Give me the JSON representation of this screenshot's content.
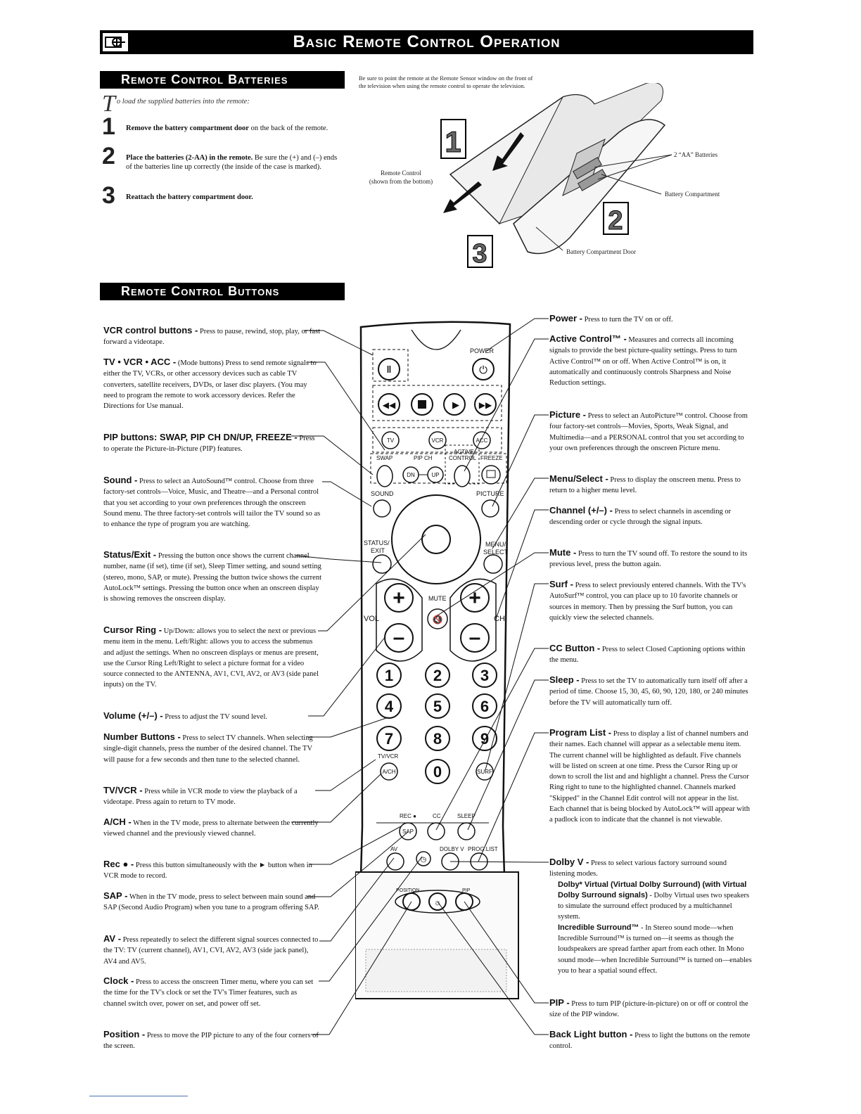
{
  "page": {
    "title": "Basic Remote Control Operation"
  },
  "batteries": {
    "heading": "Remote Control Batteries",
    "intro_dropcap": "T",
    "intro": "o load the supplied batteries into the remote:",
    "steps": [
      {
        "num": "1",
        "bold": "Remove the battery compartment door",
        "rest": " on the back of the remote."
      },
      {
        "num": "2",
        "bold": "Place the batteries (2-AA) in the remote.",
        "rest": " Be sure the (+) and (–) ends of the batteries line up correctly (the inside of the case is marked)."
      },
      {
        "num": "3",
        "bold": "Reattach the battery compartment door.",
        "rest": ""
      }
    ],
    "note": "Be sure to point the remote at the Remote Sensor window on the front of the television when using the remote control to operate the television.",
    "diagram": {
      "remote_label_1": "Remote Control",
      "remote_label_2": "(shown from the bottom)",
      "batteries_label": "2 “AA” Batteries",
      "compartment_label": "Battery Compartment",
      "door_label": "Battery Compartment Door",
      "callouts": [
        "1",
        "2",
        "3"
      ]
    }
  },
  "buttons_section": {
    "heading": "Remote Control Buttons"
  },
  "remote_labels": {
    "power": "POWER",
    "tv": "TV",
    "vcr": "VCR",
    "acc": "ACC",
    "swap": "SWAP",
    "pipch": "PIP CH",
    "active": "ACTIVE",
    "control": "CONTROL",
    "freeze": "FREEZE",
    "dn": "DN",
    "up": "UP",
    "sound": "SOUND",
    "picture": "PICTURE",
    "status": "STATUS/",
    "exit": "EXIT",
    "menu": "MENU/",
    "select": "SELECT",
    "mute": "MUTE",
    "vol": "VOL",
    "ch": "CH",
    "digits": [
      "1",
      "2",
      "3",
      "4",
      "5",
      "6",
      "7",
      "8",
      "9",
      "0"
    ],
    "tvvcr": "TV/VCR",
    "ach": "A/CH",
    "surf": "SURF",
    "rec": "REC ●",
    "cc": "CC",
    "sleep": "SLEEP",
    "sap": "SAP",
    "av": "AV",
    "dolbyv": "DOLBY V",
    "proglist": "PROG.LIST",
    "position": "POSITION",
    "pip": "PIP"
  },
  "left_descriptions": [
    {
      "head": "VCR control buttons -",
      "text": " Press to pause, rewind, stop, play, or fast forward a videotape."
    },
    {
      "head": "TV • VCR • ACC -",
      "text": " (Mode buttons) Press to send remote signals to either the TV, VCRs, or other accessory devices such as cable TV converters, satellite receivers, DVDs, or laser disc players. (You may need to program the remote to work accessory devices. Refer the Directions for Use manual."
    },
    {
      "head": "PIP buttons: SWAP, PIP CH DN/UP, FREEZE -",
      "text": " Press to operate the Picture-in-Picture (PIP) features."
    },
    {
      "head": "Sound -",
      "text": " Press to select an AutoSound™ control. Choose from three factory-set controls—Voice, Music, and Theatre—and a Personal control that you set according to your own preferences through the onscreen Sound menu. The three factory-set controls will tailor the TV sound so as to enhance the type of program you are watching."
    },
    {
      "head": "Status/Exit -",
      "text": " Pressing the button once shows the current channel number, name (if set), time (if set), Sleep Timer setting, and sound setting (stereo, mono, SAP, or mute). Pressing the button twice shows the current AutoLock™ settings. Pressing the button once when an onscreen display is showing removes the onscreen display."
    },
    {
      "head": "Cursor Ring -",
      "text": " Up/Down: allows you to select the next or previous menu item in the menu. Left/Right: allows you to access the submenus and adjust the settings. When no onscreen displays or menus are present, use the Cursor Ring Left/Right to select a picture format for a video source connected to the ANTENNA, AV1, CVI, AV2, or AV3 (side panel inputs) on the TV."
    },
    {
      "head": "Volume (+/–) -",
      "text": " Press to adjust the TV sound level."
    },
    {
      "head": "Number Buttons -",
      "text": " Press to select TV channels. When selecting single-digit channels, press the number of the desired channel. The TV will pause for a few seconds and then tune to the selected channel."
    },
    {
      "head": "TV/VCR -",
      "text": " Press while in VCR mode to view the playback of a videotape. Press again to return to TV mode."
    },
    {
      "head": "A/CH -",
      "text": " When in the TV mode, press to alternate between the currently viewed channel and the previously viewed channel."
    },
    {
      "head": "Rec ● -",
      "text": " Press this button simultaneously with the ► button when in VCR mode to record."
    },
    {
      "head": "SAP -",
      "text": " When in the TV mode, press to select between main sound and SAP (Second Audio Program) when you tune to a program offering SAP."
    },
    {
      "head": "AV -",
      "text": " Press repeatedly to select the different signal sources connected to the TV: TV (current channel), AV1, CVI, AV2, AV3 (side jack panel), AV4 and AV5."
    },
    {
      "head": "Clock -",
      "text": " Press to access the onscreen Timer menu, where you can set the time for the TV's clock or set the TV's Timer features, such as channel switch over, power on set, and power off set."
    },
    {
      "head": "Position -",
      "text": " Press to move the PIP picture to any of the four corners of the screen."
    }
  ],
  "right_descriptions": [
    {
      "head": "Power -",
      "text": " Press to turn the TV on or off."
    },
    {
      "head": "Active Control™ -",
      "text": " Measures and corrects all incoming signals to provide the best picture-quality settings. Press to turn Active Control™ on or off. When Active Control™ is on, it automatically and continuously controls Sharpness and Noise Reduction settings."
    },
    {
      "head": "Picture -",
      "text": " Press to select an AutoPicture™ control. Choose from four factory-set controls—Movies, Sports, Weak Signal, and Multimedia—and a PERSONAL control that you set according to your own preferences through the onscreen Picture menu."
    },
    {
      "head": "Menu/Select -",
      "text": " Press to display the onscreen menu. Press to return to a higher menu level."
    },
    {
      "head": "Channel (+/–) -",
      "text": " Press to select channels in ascending or descending order or cycle through the signal inputs."
    },
    {
      "head": "Mute -",
      "text": " Press to turn the TV sound off. To restore the sound to its previous level, press the button again."
    },
    {
      "head": "Surf -",
      "text": " Press to select previously entered channels. With the TV's AutoSurf™ control, you can place up to 10 favorite channels or sources in memory. Then by pressing the Surf button, you can quickly view the selected channels."
    },
    {
      "head": "CC Button -",
      "text": " Press to select Closed Captioning options within the menu."
    },
    {
      "head": "Sleep -",
      "text": " Press to set the TV to automatically turn itself off after a period of time. Choose 15, 30, 45, 60, 90, 120, 180, or 240 minutes before the TV will automatically turn off."
    },
    {
      "head": "Program List -",
      "text": " Press to display a list of channel numbers and their names. Each channel will appear as a selectable menu item. The current channel will be highlighted as default. Five channels will be listed on screen at one time. Press the Cursor Ring up or down to scroll the list and and highlight a channel. Press the Cursor Ring right to tune to the highlighted channel. Channels marked \"Skipped\" in the Channel Edit control will not appear in the list. Each channel that is being blocked by AutoLock™ will appear with a padlock icon to indicate that the channel is not viewable."
    },
    {
      "head": "Dolby V -",
      "text": " Press to select various factory surround sound listening modes."
    },
    {
      "head": "PIP -",
      "text": " Press to turn PIP (picture-in-picture) on or off or control the size of the PIP window."
    },
    {
      "head": "Back Light button -",
      "text": " Press to light the buttons on the remote control."
    }
  ],
  "dolby_details": {
    "sub1": "Dolby* Virtual (Virtual Dolby Surround) (with Virtual Dolby Surround signals)",
    "text1": " - Dolby Virtual uses two speakers to simulate the surround effect produced by a multichannel system.",
    "sub2": "Incredible Surround™",
    "text2": " - In Stereo sound mode—when Incredible Surround™ is turned on—it seems as though the loudspeakers are spread farther apart from each other. In Mono sound mode—when Incredible Surround™ is turned on—enables you to hear a spatial sound effect."
  }
}
